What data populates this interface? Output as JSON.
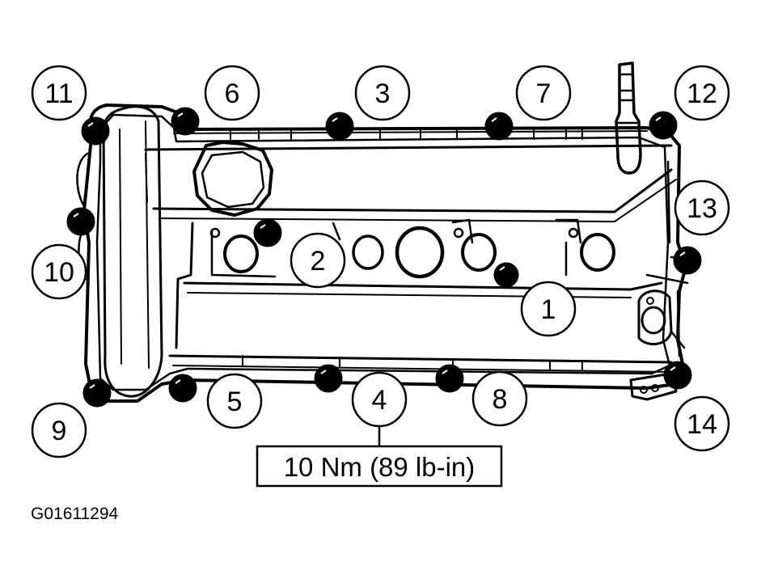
{
  "torque_spec": "10 Nm (89 lb-in)",
  "figure_id": "G01611294",
  "colors": {
    "ink": "#000000",
    "paper": "#ffffff"
  },
  "callouts": [
    {
      "label": "1"
    },
    {
      "label": "2"
    },
    {
      "label": "3"
    },
    {
      "label": "4"
    },
    {
      "label": "5"
    },
    {
      "label": "6"
    },
    {
      "label": "7"
    },
    {
      "label": "8"
    },
    {
      "label": "9"
    },
    {
      "label": "10"
    },
    {
      "label": "11"
    },
    {
      "label": "12"
    },
    {
      "label": "13"
    },
    {
      "label": "14"
    }
  ]
}
